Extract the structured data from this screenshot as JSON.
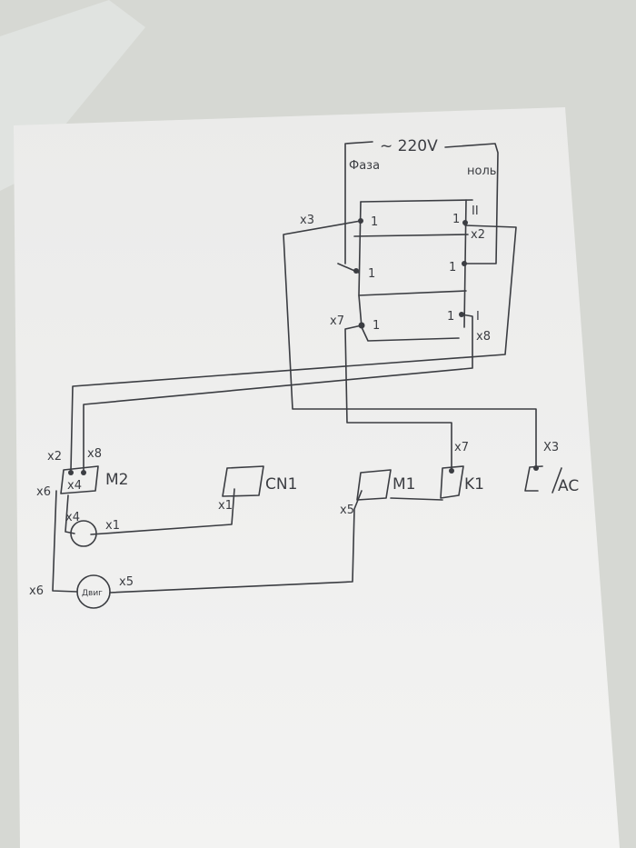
{
  "supply": {
    "voltage": "~ 220V",
    "phase": "Фаза",
    "neutral": "ноль"
  },
  "switch": {
    "contact_label": "1",
    "pos_2": "II",
    "pos_1": "I"
  },
  "terminals": {
    "x2_top": "x2",
    "x3_top": "x3",
    "x7_top": "x7",
    "x8_top": "x8",
    "x2": "x2",
    "x8": "x8",
    "x6": "x6",
    "x4_m2": "x4",
    "x4": "x4",
    "x1_cap": "x1",
    "x1_cn1": "x1",
    "x5_m1": "x5",
    "x7": "x7",
    "x3": "X3",
    "x6_bottom": "x6",
    "x5_motor": "x5"
  },
  "components": {
    "m2": "M2",
    "cn1": "CN1",
    "m1": "M1",
    "k1": "K1",
    "ac": "AC",
    "motor": "Двиг"
  }
}
